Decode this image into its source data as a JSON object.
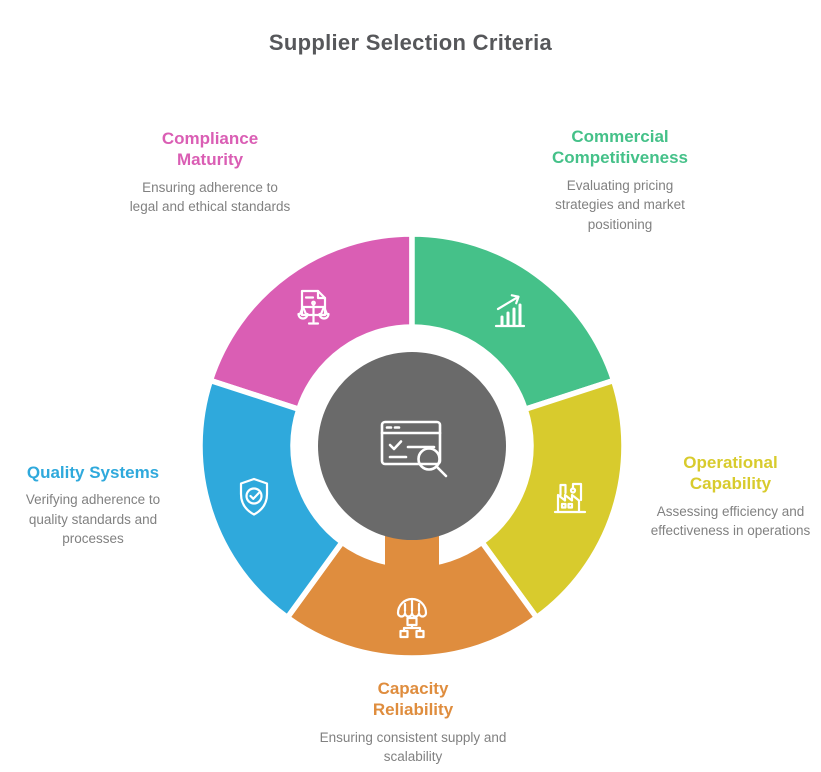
{
  "title": "Supplier Selection Criteria",
  "colors": {
    "title": "#56575A",
    "description": "#818181",
    "center_circle": "#6A6A6A",
    "background": "#FFFFFF"
  },
  "center": {
    "icon": "supplier-audit-search-icon"
  },
  "segments": [
    {
      "id": "compliance-maturity",
      "label": "Compliance Maturity",
      "description": "Ensuring adherence to legal and ethical standards",
      "color": "#DA5EB4",
      "icon": "legal-scales-document-icon"
    },
    {
      "id": "commercial-competitiveness",
      "label": "Commercial Competitiveness",
      "description": "Evaluating pricing strategies and market positioning",
      "color": "#45C189",
      "icon": "growth-chart-icon"
    },
    {
      "id": "operational-capability",
      "label": "Operational Capability",
      "description": "Assessing efficiency and effectiveness in operations",
      "color": "#D8CB2D",
      "icon": "factory-icon"
    },
    {
      "id": "capacity-reliability",
      "label": "Capacity Reliability",
      "description": "Ensuring consistent supply and scalability",
      "color": "#DF8D3E",
      "icon": "warehouse-supply-icon"
    },
    {
      "id": "quality-systems",
      "label": "Quality Systems",
      "description": "Verifying adherence to quality standards and processes",
      "color": "#2FA9DC",
      "icon": "shield-check-icon"
    }
  ]
}
